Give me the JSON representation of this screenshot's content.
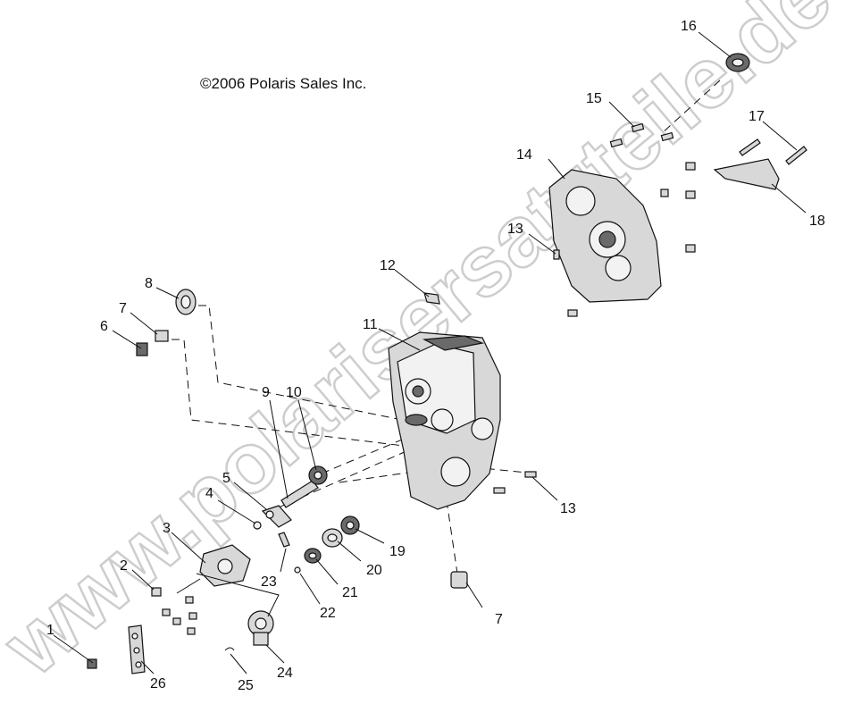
{
  "copyright": "©2006 Polaris Sales Inc.",
  "watermark": "www.polarisersatzteile.de",
  "callouts": [
    {
      "id": "1",
      "label": "1"
    },
    {
      "id": "2",
      "label": "2"
    },
    {
      "id": "3",
      "label": "3"
    },
    {
      "id": "4",
      "label": "4"
    },
    {
      "id": "5",
      "label": "5"
    },
    {
      "id": "6",
      "label": "6"
    },
    {
      "id": "7a",
      "label": "7"
    },
    {
      "id": "7b",
      "label": "7"
    },
    {
      "id": "8",
      "label": "8"
    },
    {
      "id": "9",
      "label": "9"
    },
    {
      "id": "10",
      "label": "10"
    },
    {
      "id": "11",
      "label": "11"
    },
    {
      "id": "12",
      "label": "12"
    },
    {
      "id": "13a",
      "label": "13"
    },
    {
      "id": "13b",
      "label": "13"
    },
    {
      "id": "14",
      "label": "14"
    },
    {
      "id": "15",
      "label": "15"
    },
    {
      "id": "16",
      "label": "16"
    },
    {
      "id": "17",
      "label": "17"
    },
    {
      "id": "18",
      "label": "18"
    },
    {
      "id": "19",
      "label": "19"
    },
    {
      "id": "20",
      "label": "20"
    },
    {
      "id": "21",
      "label": "21"
    },
    {
      "id": "22",
      "label": "22"
    },
    {
      "id": "23",
      "label": "23"
    },
    {
      "id": "24",
      "label": "24"
    },
    {
      "id": "25",
      "label": "25"
    },
    {
      "id": "26",
      "label": "26"
    }
  ]
}
